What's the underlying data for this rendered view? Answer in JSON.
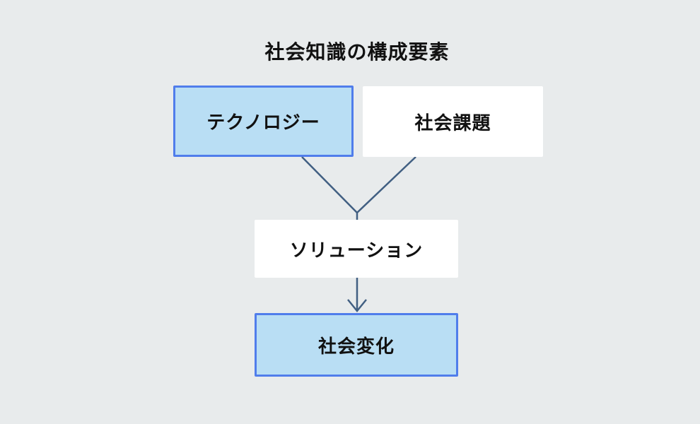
{
  "title": "社会知識の構成要素",
  "colors": {
    "background": "#e8ebec",
    "highlight_fill": "#b9def4",
    "highlight_border": "#507deb",
    "plain_fill": "#ffffff",
    "connector": "#415f82",
    "text": "#111111"
  },
  "nodes": [
    {
      "id": "technology",
      "label": "テクノロジー",
      "style": "highlighted"
    },
    {
      "id": "social-issues",
      "label": "社会課題",
      "style": "plain"
    },
    {
      "id": "solution",
      "label": "ソリューション",
      "style": "plain"
    },
    {
      "id": "social-change",
      "label": "社会変化",
      "style": "highlighted"
    }
  ],
  "edges": [
    {
      "from": "technology",
      "to": "solution",
      "arrowhead": false
    },
    {
      "from": "social-issues",
      "to": "solution",
      "arrowhead": false
    },
    {
      "from": "solution",
      "to": "social-change",
      "arrowhead": true
    }
  ]
}
